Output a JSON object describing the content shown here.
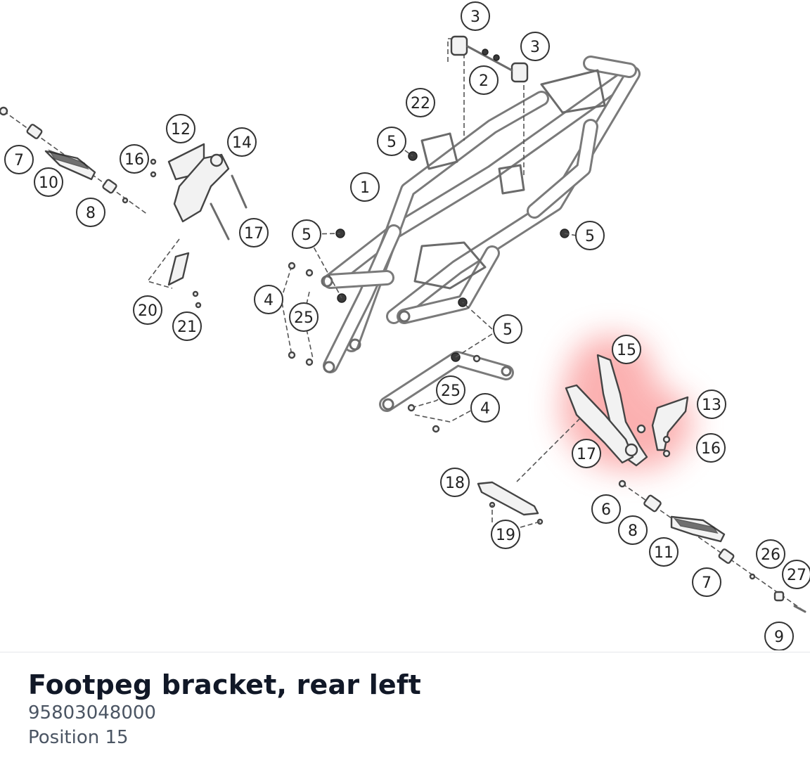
{
  "part": {
    "title": "Footpeg bracket, rear left",
    "number": "95803048000",
    "position_label": "Position 15"
  },
  "highlight_color": "#f87171",
  "callouts": [
    {
      "id": "c3a",
      "label": "3"
    },
    {
      "id": "c3b",
      "label": "3"
    },
    {
      "id": "c2",
      "label": "2"
    },
    {
      "id": "c22",
      "label": "22"
    },
    {
      "id": "c5a",
      "label": "5"
    },
    {
      "id": "c1",
      "label": "1"
    },
    {
      "id": "c12",
      "label": "12"
    },
    {
      "id": "c14",
      "label": "14"
    },
    {
      "id": "c16a",
      "label": "16"
    },
    {
      "id": "c7a",
      "label": "7"
    },
    {
      "id": "c10",
      "label": "10"
    },
    {
      "id": "c8a",
      "label": "8"
    },
    {
      "id": "c17a",
      "label": "17"
    },
    {
      "id": "c5b",
      "label": "5"
    },
    {
      "id": "c5c",
      "label": "5"
    },
    {
      "id": "c4a",
      "label": "4"
    },
    {
      "id": "c25a",
      "label": "25"
    },
    {
      "id": "c20",
      "label": "20"
    },
    {
      "id": "c21",
      "label": "21"
    },
    {
      "id": "c5d",
      "label": "5"
    },
    {
      "id": "c15",
      "label": "15"
    },
    {
      "id": "c13",
      "label": "13"
    },
    {
      "id": "c25b",
      "label": "25"
    },
    {
      "id": "c4b",
      "label": "4"
    },
    {
      "id": "c16b",
      "label": "16"
    },
    {
      "id": "c17b",
      "label": "17"
    },
    {
      "id": "c18",
      "label": "18"
    },
    {
      "id": "c6",
      "label": "6"
    },
    {
      "id": "c8b",
      "label": "8"
    },
    {
      "id": "c19",
      "label": "19"
    },
    {
      "id": "c11",
      "label": "11"
    },
    {
      "id": "c26",
      "label": "26"
    },
    {
      "id": "c27",
      "label": "27"
    },
    {
      "id": "c7b",
      "label": "7"
    },
    {
      "id": "c9",
      "label": "9"
    }
  ]
}
